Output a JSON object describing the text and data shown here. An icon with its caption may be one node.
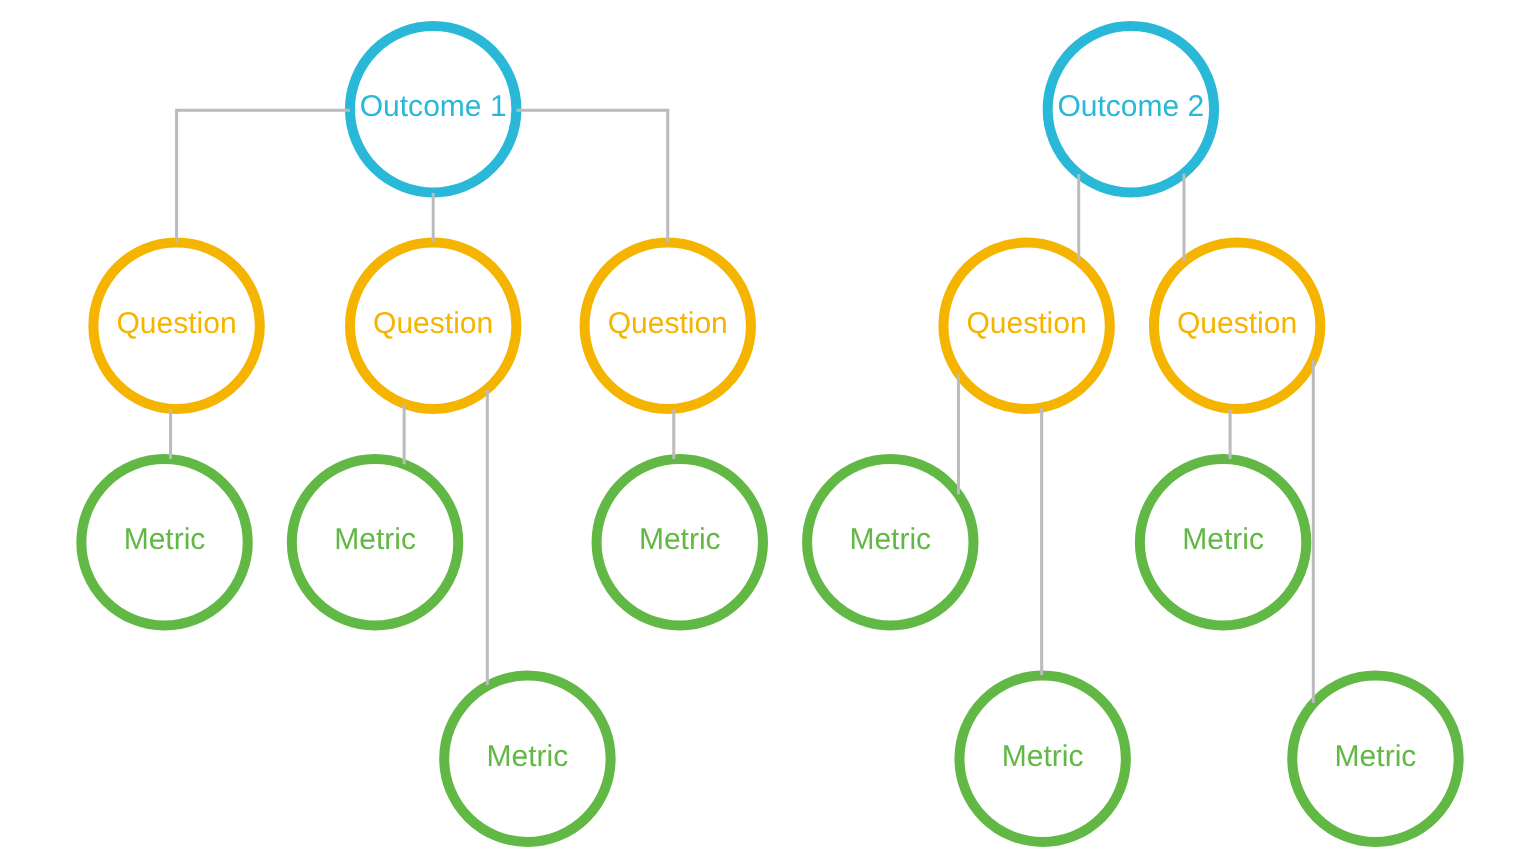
{
  "diagram": {
    "nodes": [
      {
        "text": [
          "Outcome 1"
        ]
      },
      {
        "text": [
          "Outcome 2"
        ]
      },
      {
        "text": [
          "Question"
        ]
      },
      {
        "text": [
          "Question"
        ]
      },
      {
        "text": [
          "Question"
        ]
      },
      {
        "text": [
          "Question"
        ]
      },
      {
        "text": [
          "Question"
        ]
      },
      {
        "text": [
          "Metric"
        ]
      },
      {
        "text": [
          "Metric"
        ]
      },
      {
        "text": [
          "Metric"
        ]
      },
      {
        "text": [
          "Metric"
        ]
      },
      {
        "text": [
          "Metric"
        ]
      },
      {
        "text": [
          "Metric"
        ]
      },
      {
        "text": [
          "Metric"
        ]
      },
      {
        "text": [
          "Metric"
        ]
      }
    ],
    "edges": [
      {
        "from": 0,
        "to": 2,
        "arrow": "none"
      },
      {
        "from": 0,
        "to": 3,
        "arrow": "none"
      },
      {
        "from": 0,
        "to": 4,
        "arrow": "none"
      },
      {
        "from": 1,
        "to": 5,
        "arrow": "none"
      },
      {
        "from": 1,
        "to": 6,
        "arrow": "none"
      },
      {
        "from": 2,
        "to": 7,
        "arrow": "none"
      },
      {
        "from": 3,
        "to": 8,
        "arrow": "none"
      },
      {
        "from": 3,
        "to": 12,
        "arrow": "none"
      },
      {
        "from": 4,
        "to": 9,
        "arrow": "none"
      },
      {
        "from": 5,
        "to": 10,
        "arrow": "none"
      },
      {
        "from": 5,
        "to": 13,
        "arrow": "none"
      },
      {
        "from": 6,
        "to": 11,
        "arrow": "none"
      },
      {
        "from": 6,
        "to": 14,
        "arrow": "none"
      }
    ]
  }
}
